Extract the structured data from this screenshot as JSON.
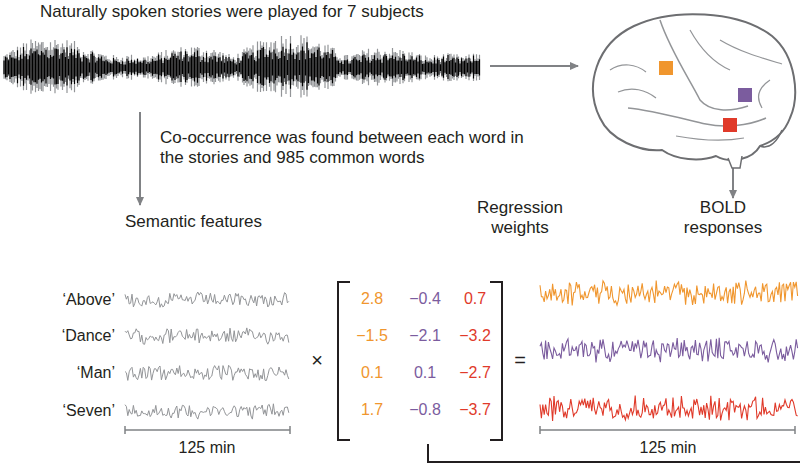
{
  "diagram": {
    "labels": [
      "Naturally spoken stories were played for 7 subjects",
      "Co-occurrence was found between each word in the stories and 985 common words",
      "Semantic features",
      "Regression weights",
      "BOLD responses",
      "‘Above’",
      "‘Dance’",
      "‘Man’",
      "‘Seven’",
      "×",
      "2.8",
      "−0.4",
      "0.7",
      "−1.5",
      "−2.1",
      "−3.2",
      "0.1",
      "0.1",
      "−2.7",
      "1.7",
      "−0.8",
      "−3.7",
      "=",
      "125 min",
      "125 min"
    ]
  }
}
